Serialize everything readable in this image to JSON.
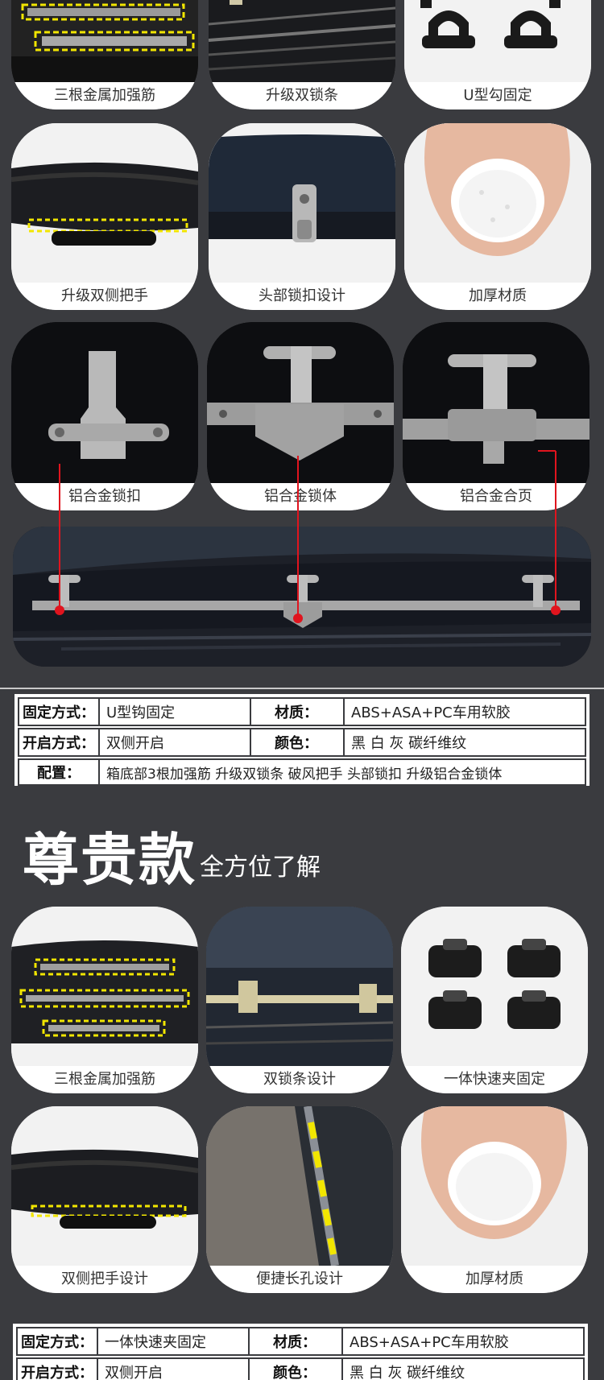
{
  "gallery_top": [
    {
      "caption": "三根金属加强筋"
    },
    {
      "caption": "升级双锁条"
    },
    {
      "caption": "U型勾固定"
    },
    {
      "caption": "升级双侧把手"
    },
    {
      "caption": "头部锁扣设计"
    },
    {
      "caption": "加厚材质"
    },
    {
      "caption": "铝合金锁扣"
    },
    {
      "caption": "铝合金锁体"
    },
    {
      "caption": "铝合金合页"
    }
  ],
  "spec_standard": {
    "fix_label": "固定方式：",
    "fix_value": "U型钩固定",
    "material_label": "材质：",
    "material_value": "ABS+ASA+PC车用软胶",
    "open_label": "开启方式：",
    "open_value": "双侧开启",
    "color_label": "颜色：",
    "color_value": "黑 白 灰 碳纤维纹",
    "config_label": "配置：",
    "config_value": "箱底部3根加强筋  升级双锁条  破风把手  头部锁扣 升级铝合金锁体"
  },
  "premium": {
    "title": "尊贵款",
    "subtitle": "全方位了解"
  },
  "gallery_bottom": [
    {
      "caption": "三根金属加强筋"
    },
    {
      "caption": "双锁条设计"
    },
    {
      "caption": "一体快速夹固定"
    },
    {
      "caption": "双侧把手设计"
    },
    {
      "caption": "便捷长孔设计"
    },
    {
      "caption": "加厚材质"
    }
  ],
  "spec_premium": {
    "fix_label": "固定方式：",
    "fix_value": "一体快速夹固定",
    "material_label": "材质：",
    "material_value": "ABS+ASA+PC车用软胶",
    "open_label": "开启方式：",
    "open_value": "双侧开启",
    "color_label": "颜色：",
    "color_value": "黑 白 灰 碳纤维纹"
  },
  "colors": {
    "background": "#3a3b3f",
    "highlight_dash": "#f2e600",
    "callout_red": "#e0141e"
  }
}
